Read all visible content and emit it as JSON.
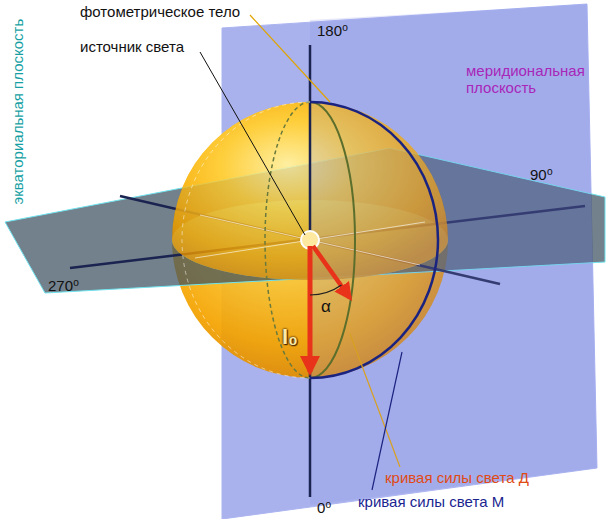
{
  "diagram": {
    "labels": [
      "фотометрическое тело",
      "источник света",
      "180⁰",
      "меридиональная плоскость",
      "экваториальная плоскость",
      "90⁰",
      "270⁰",
      "α",
      "I₀",
      "кривая силы света Д",
      "кривая силы света М",
      "0⁰"
    ]
  }
}
